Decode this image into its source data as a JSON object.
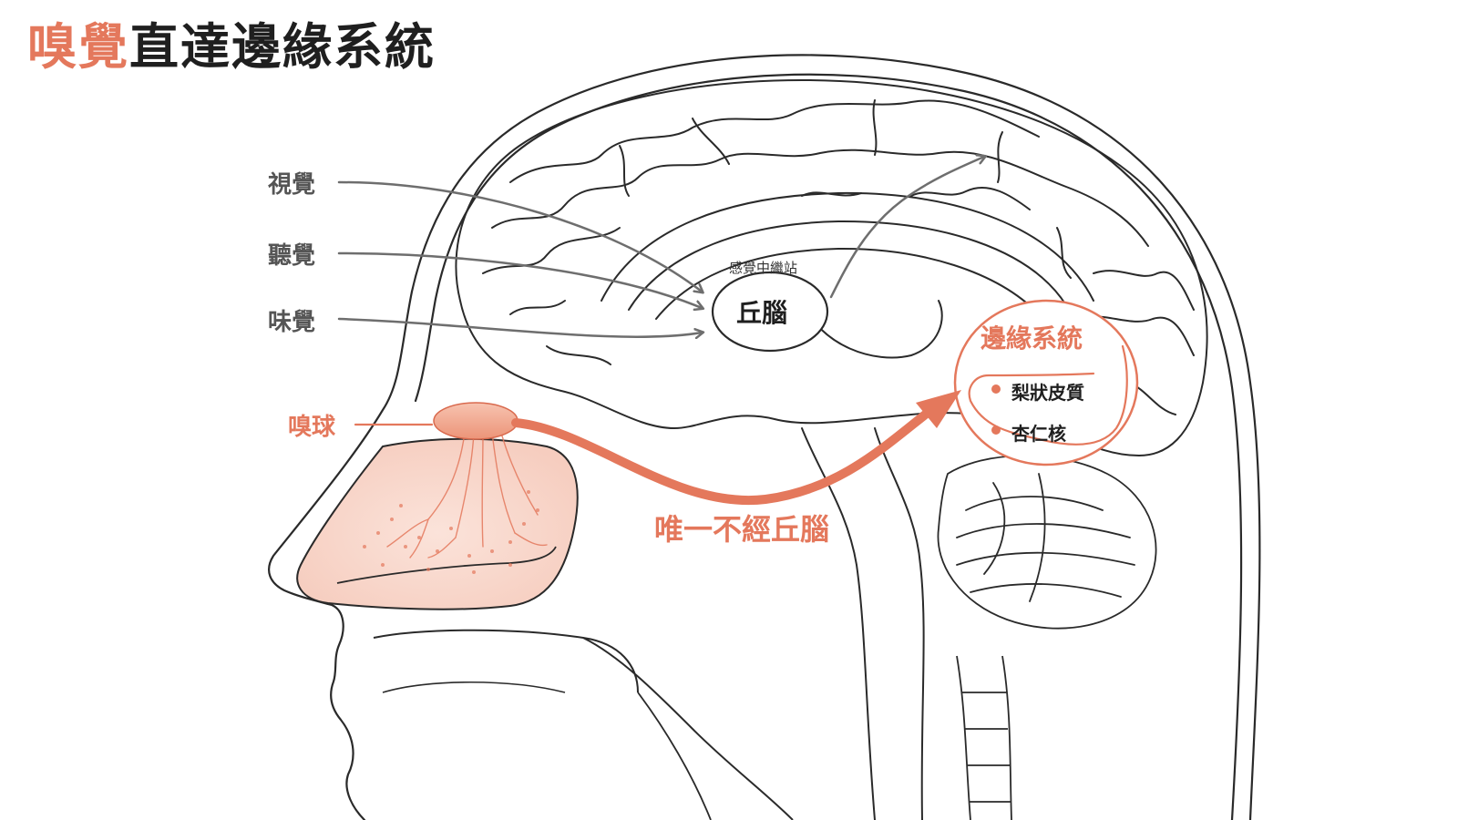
{
  "title": {
    "highlight": "嗅覺",
    "rest": "直達邊緣系統"
  },
  "senses": [
    "視覺",
    "聽覺",
    "味覺"
  ],
  "thalamus": {
    "caption": "感覺中繼站",
    "label": "丘腦"
  },
  "olfactory_bulb": {
    "label": "嗅球"
  },
  "limbic": {
    "title": "邊緣系統",
    "items": [
      "梨狀皮質",
      "杏仁核"
    ]
  },
  "path_note": "唯一不經丘腦",
  "colors": {
    "accent": "#e4785c",
    "line": "#2a2a2a",
    "arrow_gray": "#6e6e6e",
    "text_dark": "#1f1f1f"
  }
}
